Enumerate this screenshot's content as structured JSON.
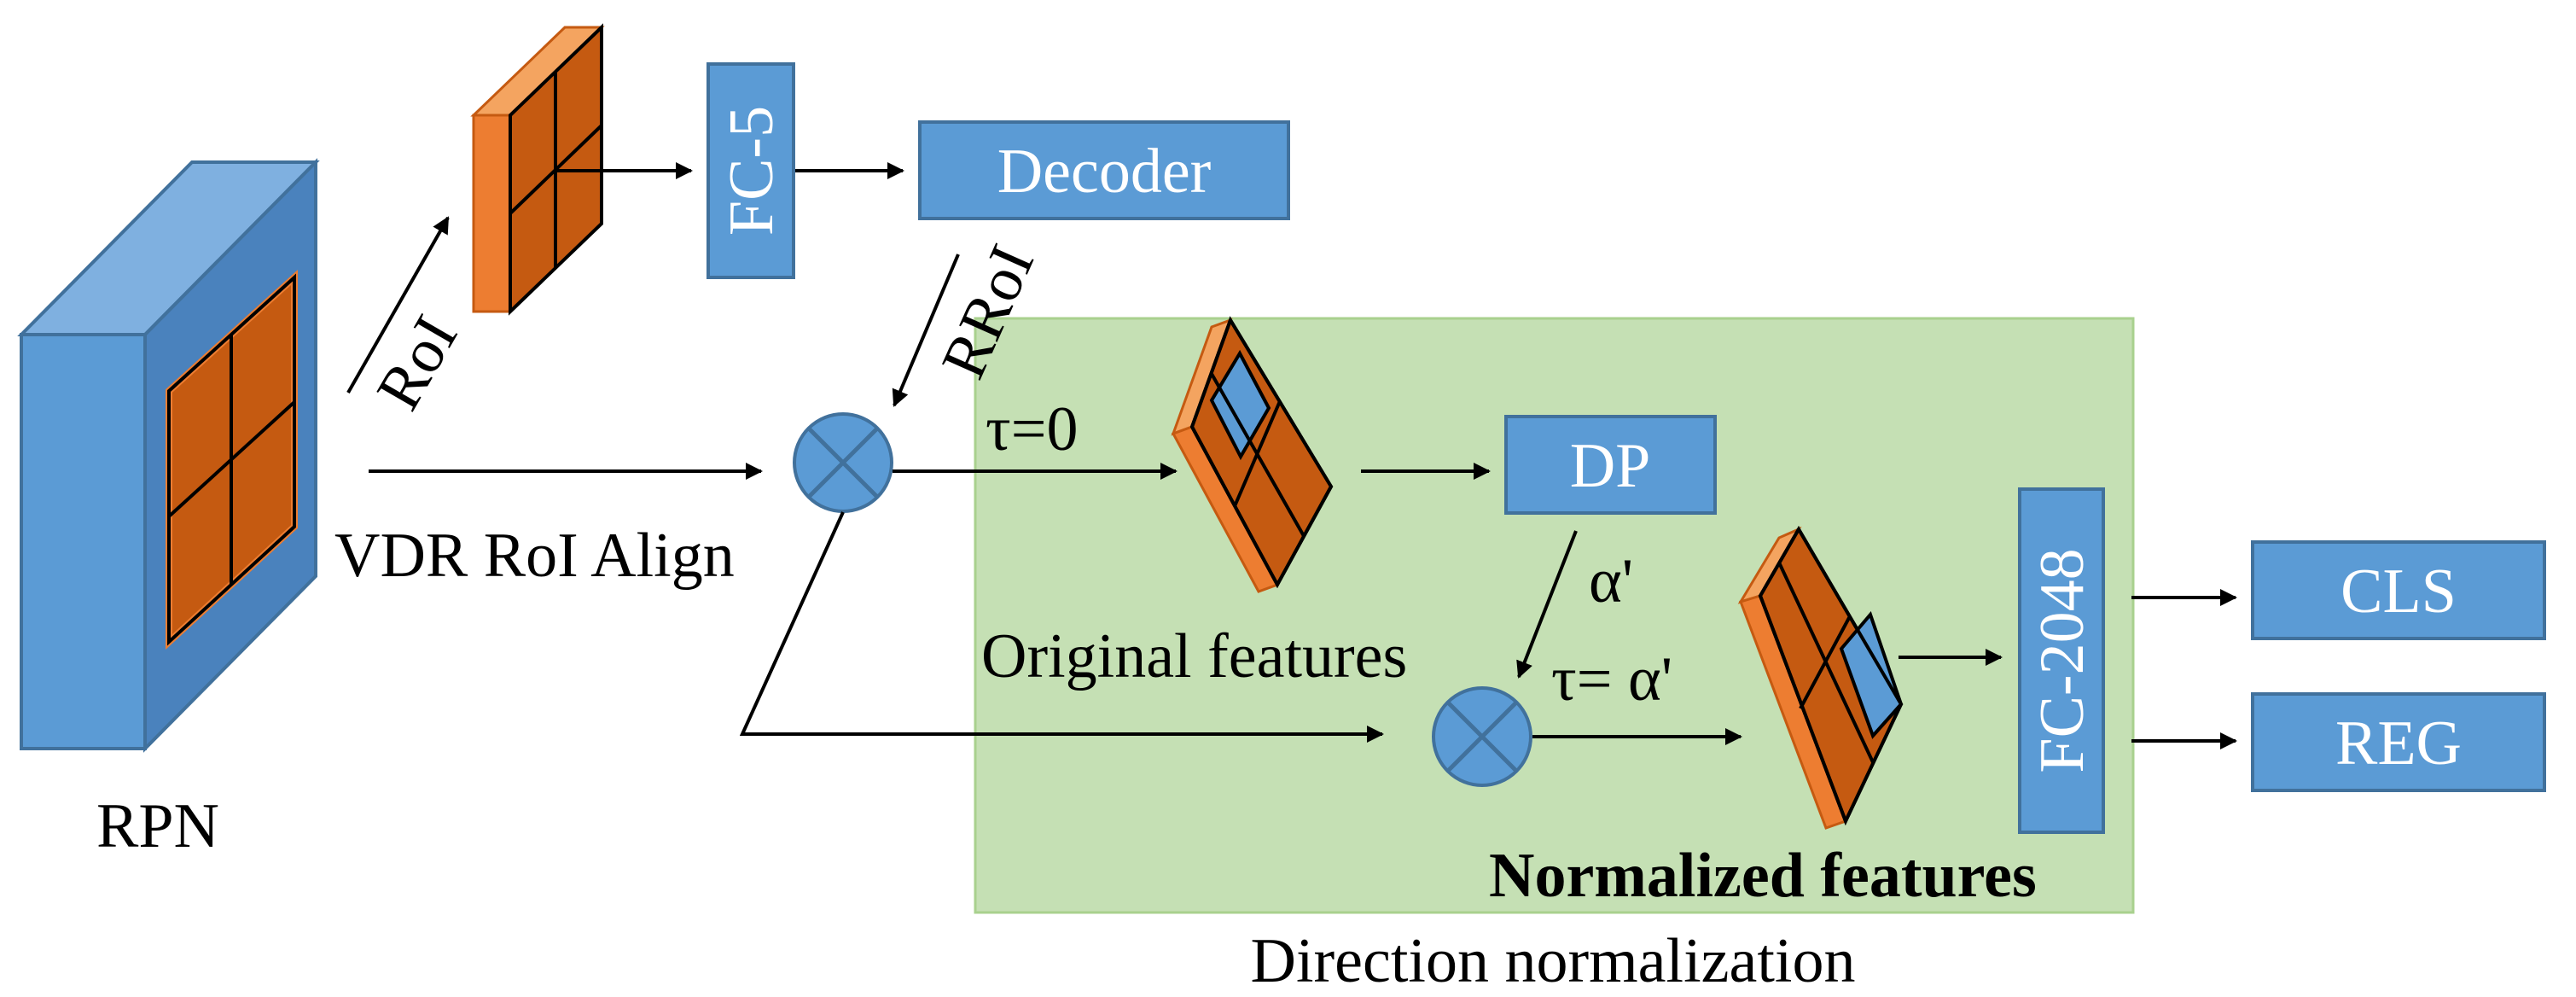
{
  "labels": {
    "rpn": "RPN",
    "roi": "RoI",
    "fc5": "FC-5",
    "decoder": "Decoder",
    "rroi": "RRoI",
    "vdr_roi_align": "VDR RoI Align",
    "tau_zero": "τ=0",
    "dp": "DP",
    "alpha_prime": "α'",
    "original_features": "Original features",
    "tau_alpha": "τ= α'",
    "fc2048": "FC-2048",
    "cls": "CLS",
    "reg": "REG",
    "normalized_features": "Normalized features",
    "direction_normalization": "Direction normalization"
  },
  "colors": {
    "blue_box": "#5b9bd5",
    "blue_box_dark": "#41719c",
    "orange": "#ed7d31",
    "orange_dark": "#c55a11",
    "green_region": "#c5e0b4",
    "green_border": "#a9d18e",
    "arrow": "#000000"
  }
}
